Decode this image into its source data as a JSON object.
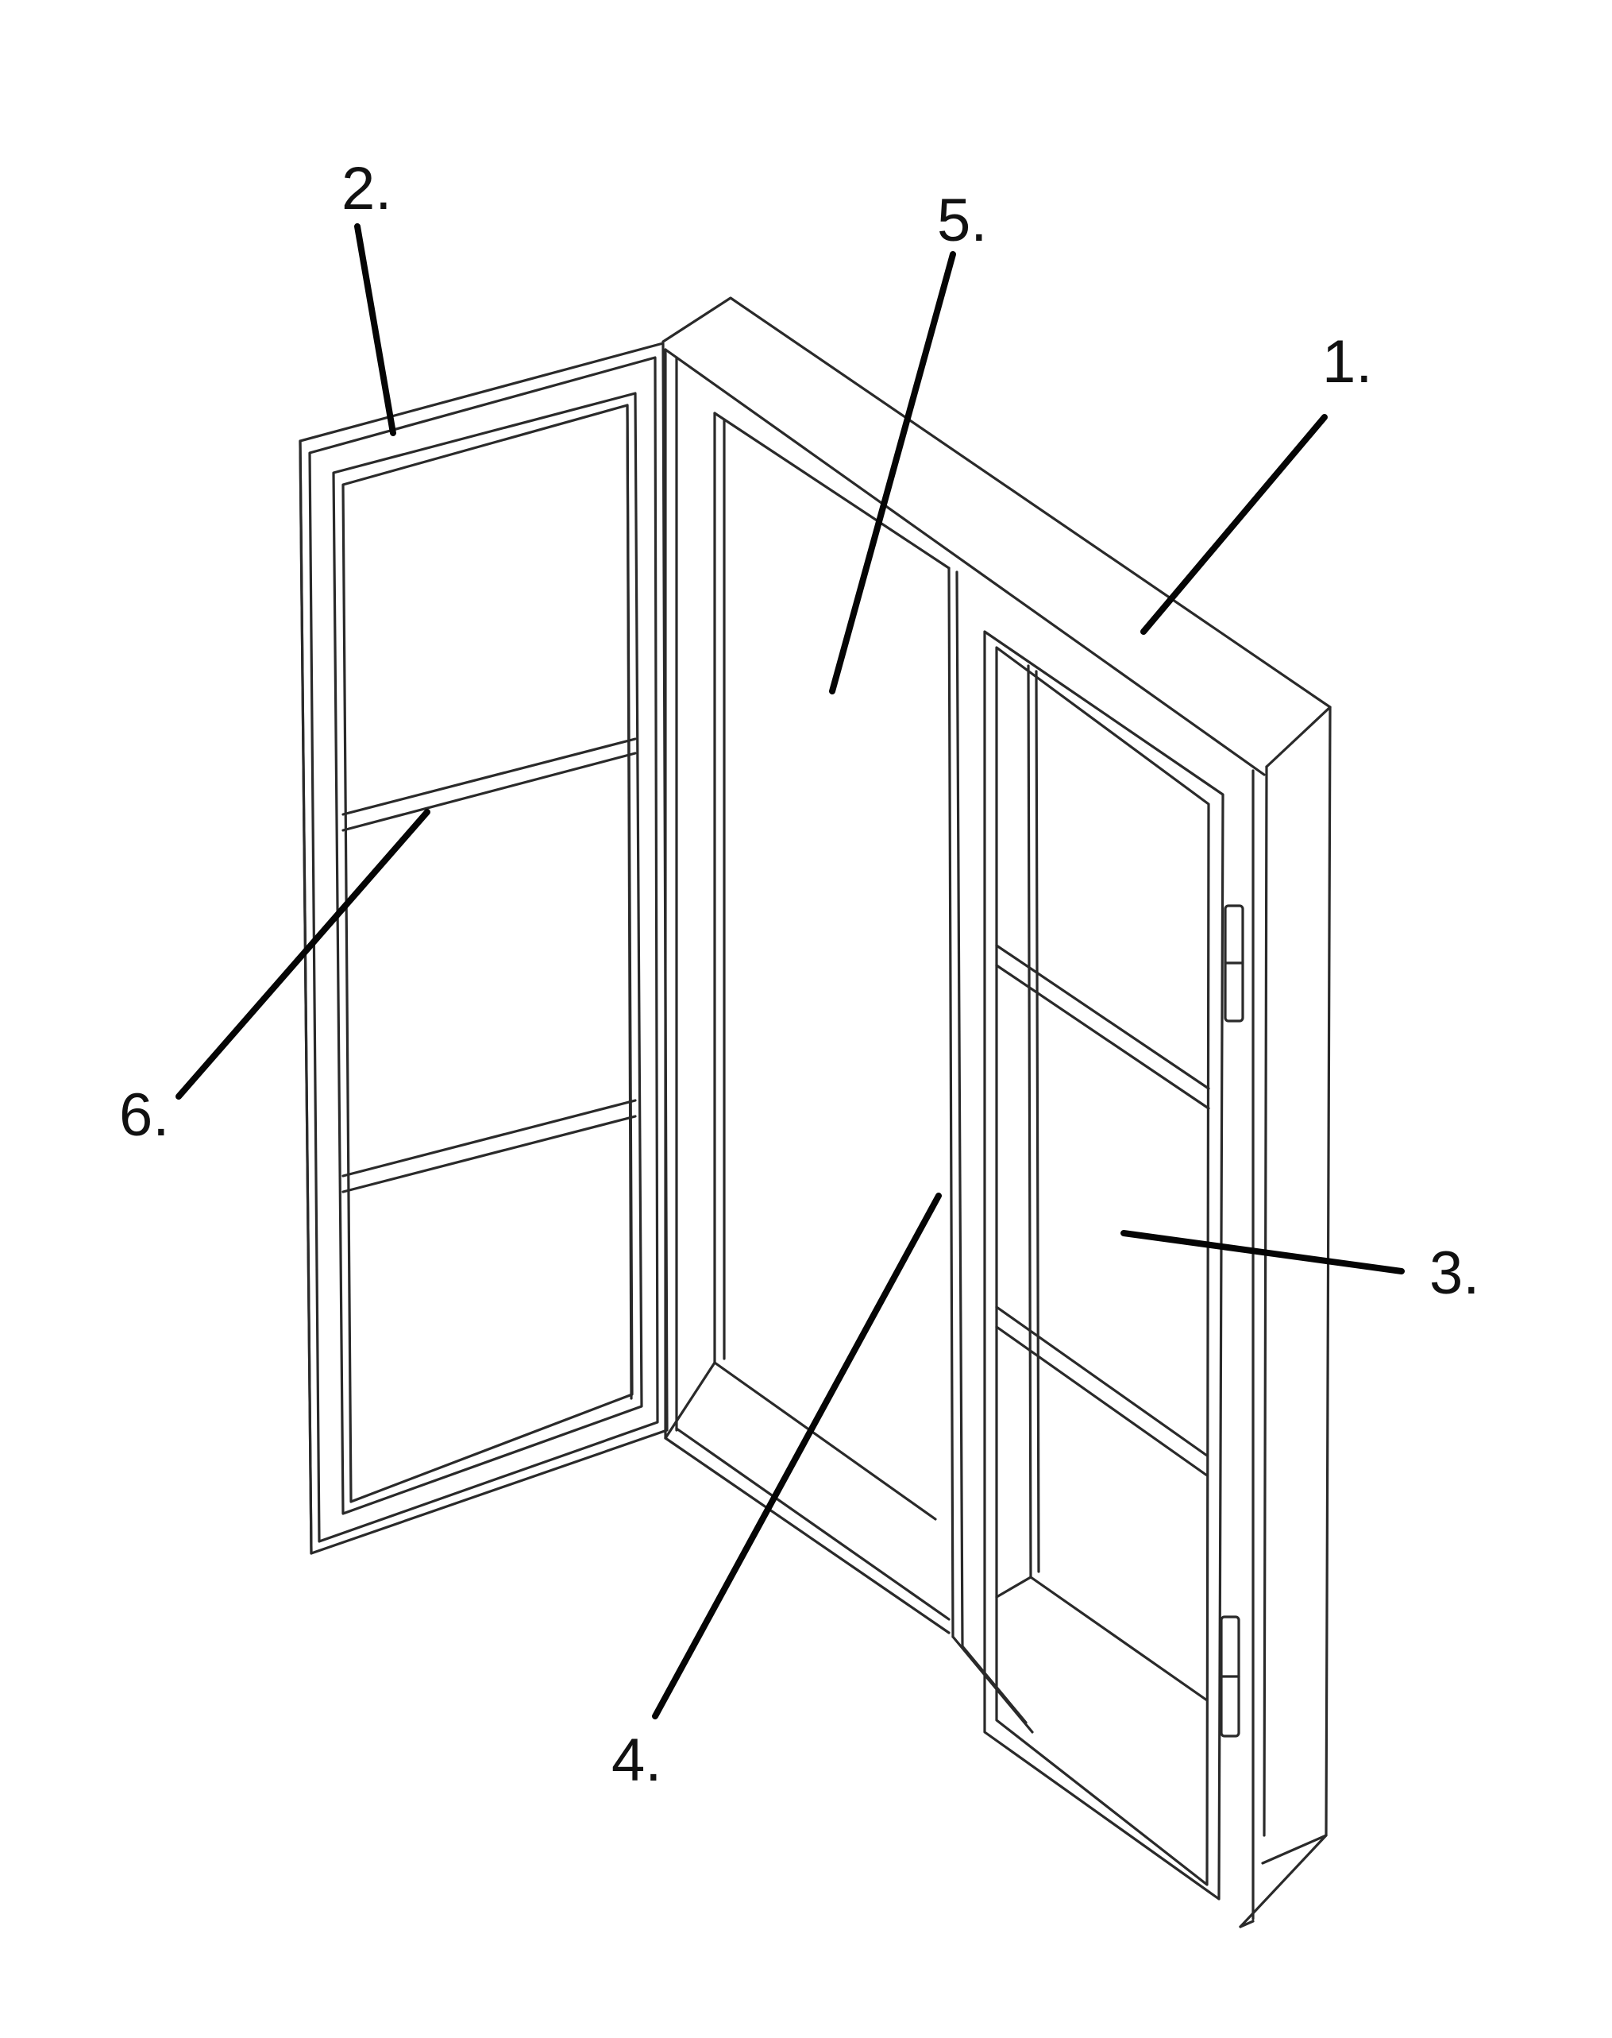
{
  "diagram": {
    "labels": {
      "l1": "1.",
      "l2": "2.",
      "l3": "3.",
      "l4": "4.",
      "l5": "5.",
      "l6": "6."
    },
    "colors": {
      "ink": "#2a2a2a",
      "leader": "#050505",
      "background": "#ffffff"
    }
  }
}
